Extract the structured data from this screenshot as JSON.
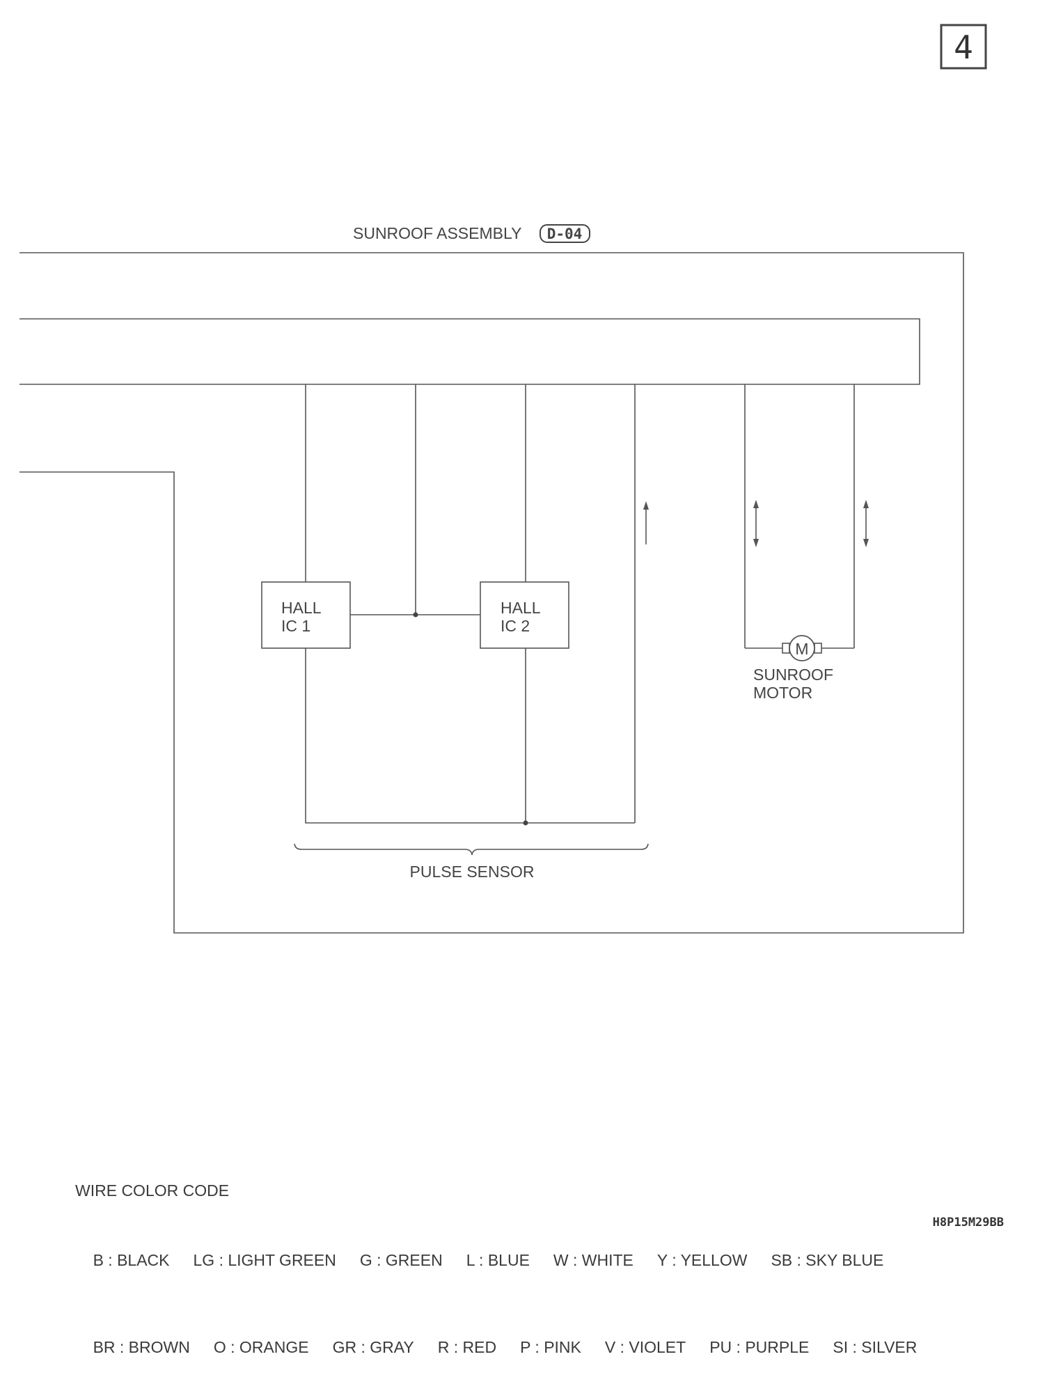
{
  "page_number": "4",
  "assembly_label": "SUNROOF ASSEMBLY",
  "connector_code": "D-04",
  "hall_ic_1": [
    "HALL",
    "IC 1"
  ],
  "hall_ic_2": [
    "HALL",
    "IC 2"
  ],
  "motor_label": [
    "SUNROOF",
    "MOTOR"
  ],
  "motor_symbol": "M",
  "pulse_sensor_label": "PULSE SENSOR",
  "legend": {
    "title": "WIRE COLOR CODE",
    "row1": [
      "B : BLACK",
      "LG : LIGHT GREEN",
      "G : GREEN",
      "L : BLUE",
      "W : WHITE",
      "Y : YELLOW",
      "SB : SKY BLUE"
    ],
    "row2": [
      "BR : BROWN",
      "O : ORANGE",
      "GR : GRAY",
      "R : RED",
      "P : PINK",
      "V : VIOLET",
      "PU : PURPLE",
      "SI : SILVER"
    ]
  },
  "figure_code": "H8P15M29BB"
}
